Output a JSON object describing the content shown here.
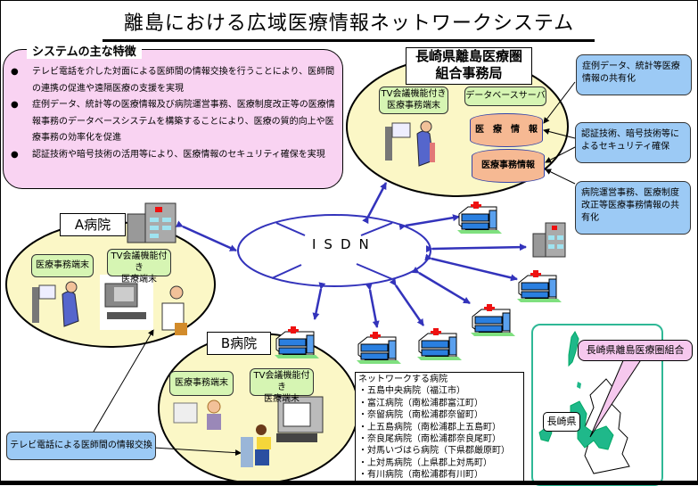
{
  "title": "離島における広域医療情報ネットワークシステム",
  "features": {
    "heading": "システムの主な特徴",
    "bullet_glyph": "●",
    "items": [
      "テレビ電話を介した対面による医師間の情報交換を行うことにより、医師間の連携の促進や遠隔医療の支援を実現",
      "症例データ、統計等の医療情報及び病院運営事務、医療制度改正等の医療情報事務のデータベースシステムを構築することにより、医療の質的向上や医療事務の効率化を促進",
      "認証技術や暗号技術の活用等により、医療情報のセキュリティ確保を実現"
    ]
  },
  "headquarters": {
    "title_line1": "長崎県離島医療圏",
    "title_line2": "組合事務局",
    "terminal_label_line1": "TV会議機能付き",
    "terminal_label_line2": "医療事務端末",
    "db_server_label": "データベースサーバ",
    "databases": [
      "医　療　情　報",
      "医療事務情報"
    ]
  },
  "hq_notes": [
    "症例データ、統計等医療情報の共有化",
    "認証技術、暗号技術等によるセキュリティ確保",
    "病院運営事務、医療制度改正等医療事務情報の共有化"
  ],
  "network": {
    "label": "ISDN"
  },
  "hospital_a": {
    "name": "A病院",
    "terminal_office": "医療事務端末",
    "terminal_tv_line1": "TV会議機能付き",
    "terminal_tv_line2": "医療端末"
  },
  "hospital_b": {
    "name": "B病院",
    "terminal_office": "医療事務端末",
    "terminal_tv_line1": "TV会議機能付き",
    "terminal_tv_line2": "医療端末"
  },
  "tv_callout": "テレビ電話による医師間の情報交換",
  "network_hospitals": {
    "heading": "ネットワークする病院",
    "items": [
      "・五島中央病院（福江市）",
      "・富江病院（南松浦郡富江町）",
      "・奈留病院（南松浦郡奈留町）",
      "・上五島病院（南松浦郡上五島町）",
      "・奈良尾病院（南松浦郡奈良尾町）",
      "・対馬いづはら病院（下県郡厳原町）",
      "・上対馬病院（上県郡上対馬町）",
      "・有川病院（南松浦郡有川町）"
    ]
  },
  "map": {
    "callout": "長崎県離島医療圏組合",
    "prefecture_label": "長崎県"
  },
  "colors": {
    "arrow": "#3333bb",
    "feature_bg": "#f9d3f2",
    "ellipse_bg": "#fbf7c6",
    "green_box": "#d6f5b3",
    "blue_box": "#9ccaf5",
    "database": "#f6b993",
    "island": "#1fb88a"
  }
}
